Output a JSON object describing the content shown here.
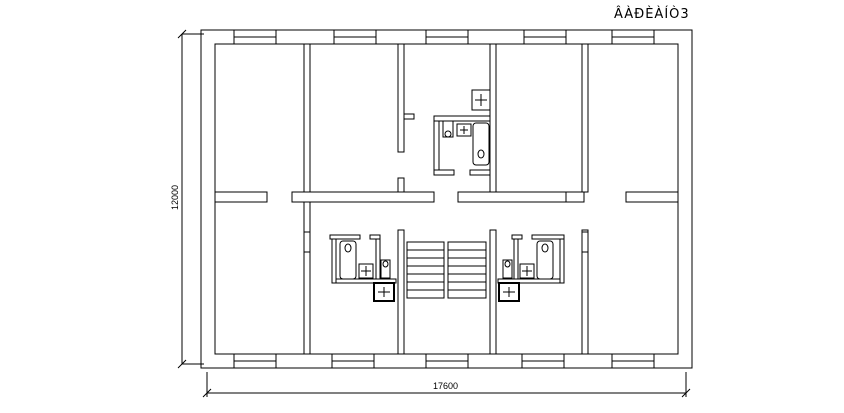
{
  "drawing": {
    "title": "ÂÀÐÈÀÍÒ3",
    "dimension_width": "17600",
    "dimension_height": "12000"
  }
}
